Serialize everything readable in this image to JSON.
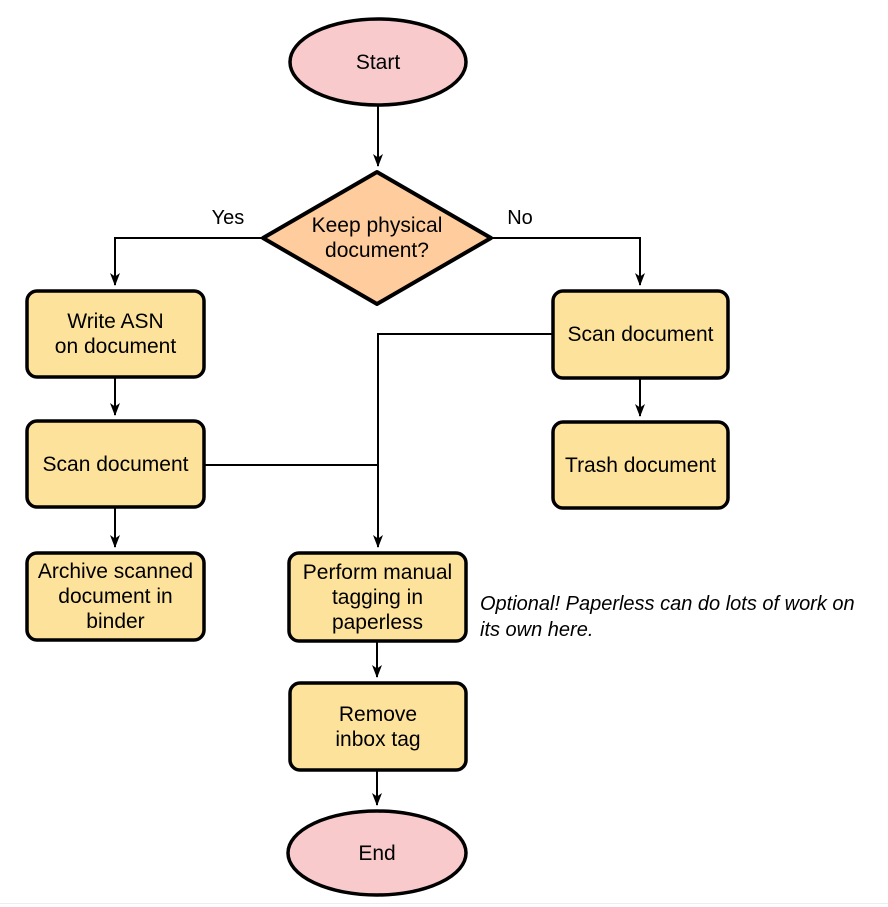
{
  "colors": {
    "terminal_fill": "#F8CACC",
    "decision_fill": "#FFCC9E",
    "process_fill": "#FDE29B",
    "line_stroke": "#000000"
  },
  "nodes": {
    "start": {
      "type": "terminal",
      "label": "Start"
    },
    "decision": {
      "type": "decision",
      "label": [
        "Keep physical",
        "document?"
      ]
    },
    "write_asn": {
      "type": "process",
      "label": [
        "Write ASN",
        "on document"
      ]
    },
    "scan_left": {
      "type": "process",
      "label": "Scan document"
    },
    "archive": {
      "type": "process",
      "label": [
        "Archive scanned",
        "document in",
        "binder"
      ]
    },
    "scan_right": {
      "type": "process",
      "label": "Scan document"
    },
    "trash": {
      "type": "process",
      "label": "Trash document"
    },
    "perform_tagging": {
      "type": "process",
      "label": [
        "Perform manual",
        "tagging in",
        "paperless"
      ]
    },
    "remove_inbox": {
      "type": "process",
      "label": [
        "Remove",
        "inbox tag"
      ]
    },
    "end": {
      "type": "terminal",
      "label": "End"
    }
  },
  "edge_labels": {
    "yes": "Yes",
    "no": "No"
  },
  "note": {
    "text": [
      "Optional! Paperless can do lots of work on",
      "its own here."
    ]
  }
}
